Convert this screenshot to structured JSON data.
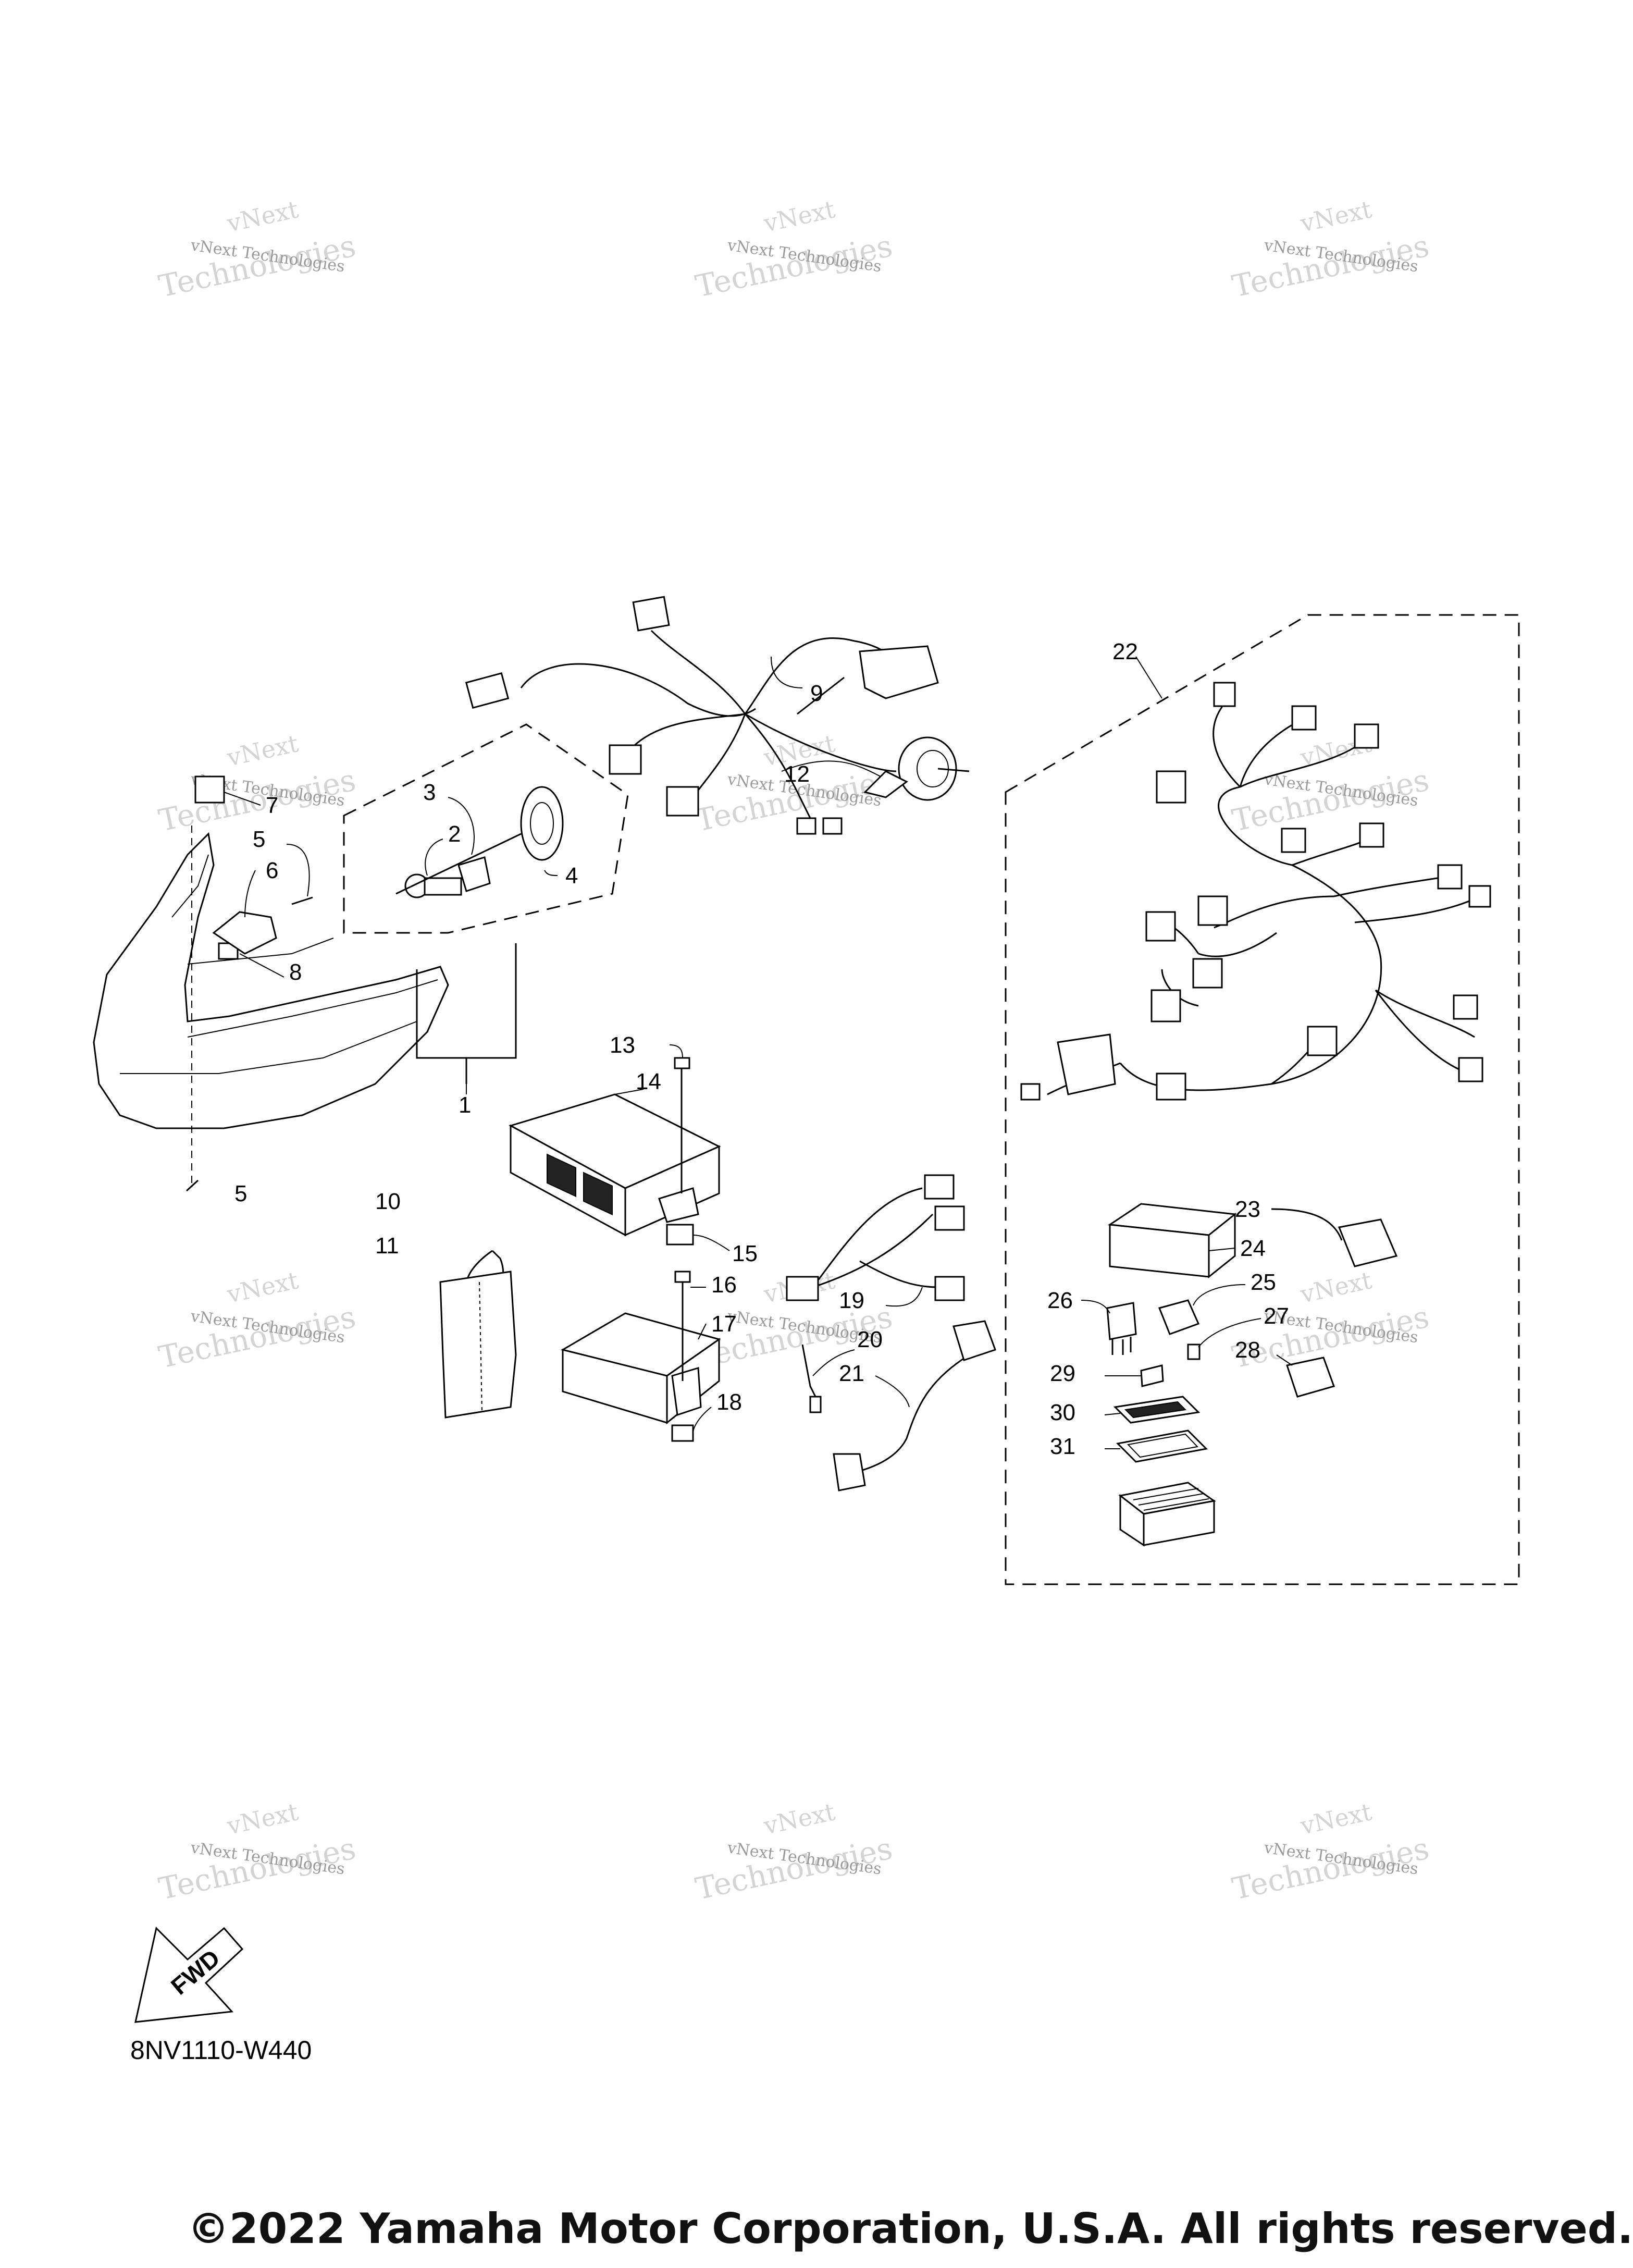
{
  "watermark_small": "vNext Technologies",
  "watermark_large_a": "vNext",
  "watermark_large_b": "Technologies",
  "callouts": {
    "c1": "1",
    "c2": "2",
    "c3": "3",
    "c4": "4",
    "c5a": "5",
    "c5b": "5",
    "c6": "6",
    "c7": "7",
    "c8": "8",
    "c9": "9",
    "c10": "10",
    "c11": "11",
    "c12": "12",
    "c13": "13",
    "c14": "14",
    "c15": "15",
    "c16": "16",
    "c17": "17",
    "c18": "18",
    "c19": "19",
    "c20": "20",
    "c21": "21",
    "c22": "22",
    "c23": "23",
    "c24": "24",
    "c25": "25",
    "c26": "26",
    "c27": "27",
    "c28": "28",
    "c29": "29",
    "c30": "30",
    "c31": "31"
  },
  "fwd_label": "FWD",
  "diagram_code": "8NV1110-W440",
  "copyright": "©2022 Yamaha Motor Corporation, U.S.A. All rights reserved."
}
